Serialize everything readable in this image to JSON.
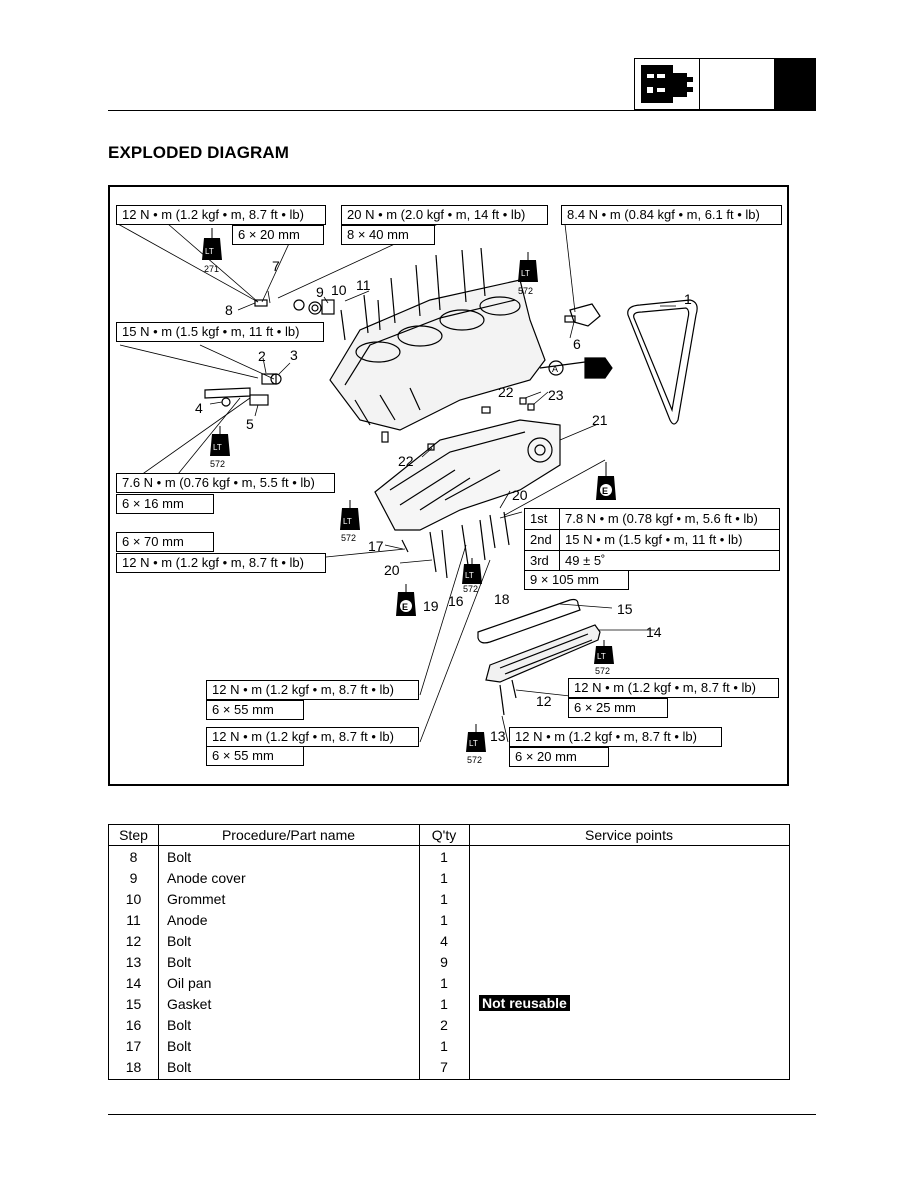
{
  "page": {
    "heading": "EXPLODED DIAGRAM"
  },
  "header": {
    "section_icon": "engine-disassembly-icon"
  },
  "diagram": {
    "callouts": {
      "c1": "1",
      "c2": "2",
      "c3": "3",
      "c4": "4",
      "c5": "5",
      "c6": "6",
      "c7": "7",
      "c8": "8",
      "c9": "9",
      "c10": "10",
      "c11": "11",
      "c12": "12",
      "c13": "13",
      "c14": "14",
      "c15": "15",
      "c16": "16",
      "c17": "17",
      "c18": "18",
      "c19": "19",
      "c20a": "20",
      "c20b": "20",
      "c21": "21",
      "c22a": "22",
      "c22b": "22",
      "c23": "23"
    },
    "torque": {
      "t1": "12 N • m (1.2 kgf • m, 8.7 ft • lb)",
      "s1": "6 × 20 mm",
      "t2": "20 N • m (2.0 kgf • m, 14 ft • lb)",
      "s2": "8 × 40 mm",
      "t3": "8.4 N • m (0.84 kgf • m, 6.1 ft • lb)",
      "t4": "15 N • m (1.5 kgf • m, 11 ft • lb)",
      "t5": "7.6 N • m (0.76 kgf • m, 5.5 ft • lb)",
      "s5": "6 × 16 mm",
      "s6": "6 × 70 mm",
      "t6": "12 N • m (1.2 kgf • m, 8.7 ft • lb)",
      "seq": [
        {
          "step": "1st",
          "value": "7.8 N • m (0.78 kgf • m, 5.6 ft • lb)"
        },
        {
          "step": "2nd",
          "value": "15 N • m (1.5 kgf • m, 11 ft • lb)"
        },
        {
          "step": "3rd",
          "value": "49 ± 5˚"
        }
      ],
      "s7": "9 × 105 mm",
      "t8": "12 N • m (1.2 kgf • m, 8.7 ft • lb)",
      "s8": "6 × 55 mm",
      "t9": "12 N • m (1.2 kgf • m, 8.7 ft • lb)",
      "s9": "6 × 55 mm",
      "t10": "12 N • m (1.2 kgf • m, 8.7 ft • lb)",
      "s10": "6 × 25 mm",
      "t11": "12 N • m (1.2 kgf • m, 8.7 ft • lb)",
      "s11": "6 × 20 mm"
    },
    "symbols": {
      "lt271": "271",
      "lt572": "572",
      "lt_letters": "LT",
      "e_letter": "E",
      "a_letter": "A"
    }
  },
  "table": {
    "headers": {
      "step": "Step",
      "name": "Procedure/Part name",
      "qty": "Q'ty",
      "service": "Service points"
    },
    "rows": [
      {
        "step": "8",
        "name": "Bolt",
        "qty": "1",
        "service": ""
      },
      {
        "step": "9",
        "name": "Anode cover",
        "qty": "1",
        "service": ""
      },
      {
        "step": "10",
        "name": "Grommet",
        "qty": "1",
        "service": ""
      },
      {
        "step": "11",
        "name": "Anode",
        "qty": "1",
        "service": ""
      },
      {
        "step": "12",
        "name": "Bolt",
        "qty": "4",
        "service": ""
      },
      {
        "step": "13",
        "name": "Bolt",
        "qty": "9",
        "service": ""
      },
      {
        "step": "14",
        "name": "Oil pan",
        "qty": "1",
        "service": ""
      },
      {
        "step": "15",
        "name": "Gasket",
        "qty": "1",
        "service": "Not reusable"
      },
      {
        "step": "16",
        "name": "Bolt",
        "qty": "2",
        "service": ""
      },
      {
        "step": "17",
        "name": "Bolt",
        "qty": "1",
        "service": ""
      },
      {
        "step": "18",
        "name": "Bolt",
        "qty": "7",
        "service": ""
      }
    ]
  }
}
